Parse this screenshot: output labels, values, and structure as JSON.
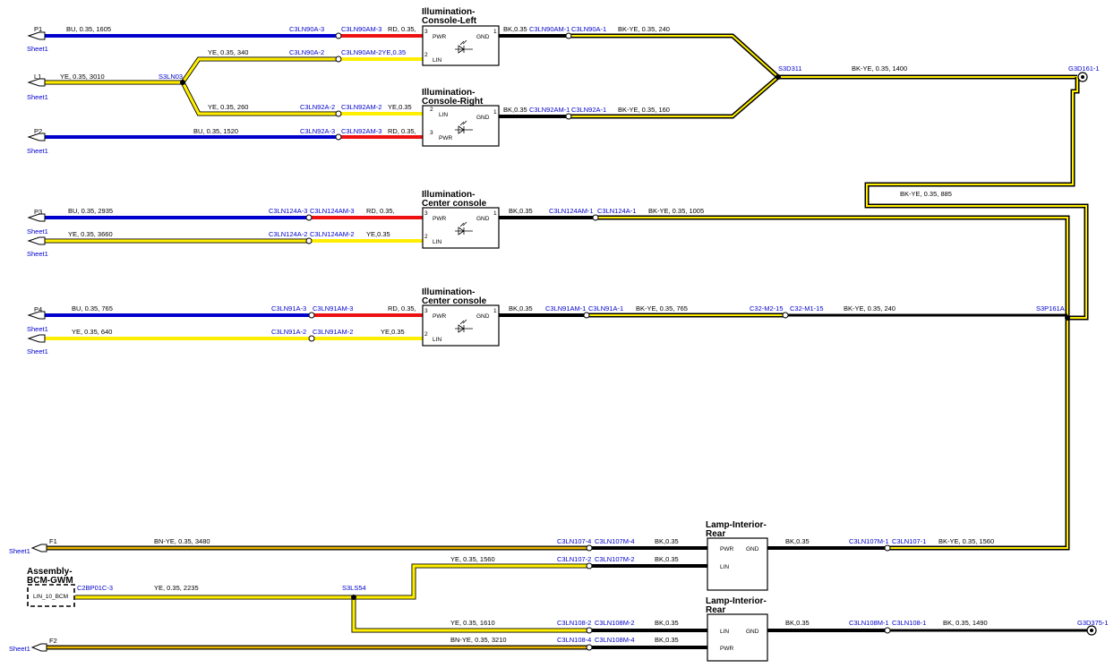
{
  "colors": {
    "blue": "#0000cc",
    "red": "#ee1111",
    "yellow": "#ffee00",
    "black": "#000000",
    "orange": "#c88400",
    "link": "#0000cc"
  },
  "components": {
    "cl": {
      "t1": "Illumination-",
      "t2": "Console-Left",
      "pwr": "PWR",
      "lin": "LIN",
      "gnd": "GND",
      "p3": "3",
      "p2": "2",
      "p1": "1"
    },
    "cr": {
      "t1": "Illumination-",
      "t2": "Console-Right",
      "pwr": "PWR",
      "lin": "LIN",
      "gnd": "GND",
      "p3": "3",
      "p2": "2",
      "p1": "1"
    },
    "cc1": {
      "t1": "Illumination-",
      "t2": "Center console",
      "pwr": "PWR",
      "lin": "LIN",
      "gnd": "GND",
      "p3": "3",
      "p2": "2",
      "p1": "1"
    },
    "cc2": {
      "t1": "Illumination-",
      "t2": "Center console",
      "pwr": "PWR",
      "lin": "LIN",
      "gnd": "GND",
      "p3": "3",
      "p2": "2",
      "p1": "1"
    },
    "lr1": {
      "t1": "Lamp-Interior-",
      "t2": "Rear",
      "pwr": "PWR",
      "lin": "LIN",
      "gnd": "GND"
    },
    "lr2": {
      "t1": "Lamp-Interior-",
      "t2": "Rear",
      "pwr": "PWR",
      "lin": "LIN",
      "gnd": "GND"
    },
    "bcm": {
      "t1": "Assembly-",
      "t2": "BCM-GWM",
      "label": "LIN_10_BCM"
    }
  },
  "ports": {
    "p1": "P1",
    "l1": "L1",
    "p2": "P2",
    "p3": "P3",
    "p4": "P4",
    "f1": "F1",
    "f2": "F2",
    "sheet": "Sheet1"
  },
  "labels": {
    "w_p1": "BU, 0.35, 1605",
    "w_l1": "YE, 0.35, 3010",
    "w_ye340": "YE, 0.35, 340",
    "w_ye260": "YE, 0.35, 260",
    "w_p2": "BU, 0.35, 1520",
    "c90a3": "C3LN90A-3",
    "c90am3": "C3LN90AM-3",
    "rd1": "RD, 0.35,",
    "c90a2": "C3LN90A-2",
    "c90am2": "C3LN90AM-2YE,0.35",
    "c92a2": "C3LN92A-2",
    "c92am2": "C3LN92AM-2",
    "ye2": "YE,0.35",
    "c92a3": "C3LN92A-3",
    "c92am3": "C3LN92AM-3",
    "rd2": "RD, 0.35,",
    "s3ln03": "S3LN03",
    "bk1": "BK,0.35",
    "c90am1": "C3LN90AM-1",
    "c90a1": "C3LN90A-1",
    "bkye240": "BK-YE, 0.35, 240",
    "bk2": "BK,0.35",
    "c92am1": "C3LN92AM-1",
    "c92a1": "C3LN92A-1",
    "bkye160": "BK-YE, 0.35, 160",
    "s3d311": "S3D311",
    "bkye1400": "BK-YE, 0.35, 1400",
    "g3d161": "G3D161-1",
    "bkye885": "BK-YE, 0.35, 885",
    "w_p3": "BU, 0.35, 2935",
    "w_ye3660": "YE, 0.35, 3660",
    "c124a3": "C3LN124A-3",
    "c124am3": "C3LN124AM-3",
    "rd3": "RD, 0.35,",
    "c124a2": "C3LN124A-2",
    "c124am2": "C3LN124AM-2",
    "ye3": "YE,0.35",
    "bk3": "BK,0.35",
    "c124am1": "C3LN124AM-1",
    "c124a1": "C3LN124A-1",
    "bkye1005": "BK-YE, 0.35, 1005",
    "w_p4": "BU, 0.35, 765",
    "w_ye640": "YE, 0.35, 640",
    "c91a3": "C3LN91A-3",
    "c91am3": "C3LN91AM-3",
    "rd4": "RD, 0.35,",
    "c91a2": "C3LN91A-2",
    "c91am2": "C3LN91AM-2",
    "ye4": "YE,0.35",
    "bk4": "BK,0.35",
    "c91am1": "C3LN91AM-1",
    "c91a1": "C3LN91A-1",
    "bkye765": "BK-YE, 0.35, 765",
    "c32m2": "C32-M2-15",
    "c32m1": "C32-M1-15",
    "bkye240b": "BK-YE, 0.35, 240",
    "s3p161": "S3P161A",
    "w_f1": "BN-YE, 0.35, 3480",
    "c1074": "C3LN107-4",
    "c107m4": "C3LN107M-4",
    "bk5": "BK,0.35",
    "bk6": "BK,0.35",
    "c107m1": "C3LN107M-1",
    "c1071": "C3LN107-1",
    "bkye1560": "BK-YE, 0.35, 1560",
    "w_ye1560": "YE, 0.35, 1560",
    "c1072": "C3LN107-2",
    "c107m2": "C3LN107M-2",
    "bk7": "BK,0.35",
    "c2bp": "C2BP01C-3",
    "w_ye2235": "YE, 0.35, 2235",
    "s3ls54": "S3LS54",
    "w_ye1610": "YE, 0.35, 1610",
    "c1082": "C3LN108-2",
    "c108m2": "C3LN108M-2",
    "bk8": "BK,0.35",
    "bk9": "BK,0.35",
    "c108m1": "C3LN108M-1",
    "c1081": "C3LN108-1",
    "bk1490": "BK, 0.35, 1490",
    "g3d375": "G3D375-1",
    "w_f2": "BN-YE, 0.35, 3210",
    "c1084": "C3LN108-4",
    "c108m4": "C3LN108M-4",
    "bk10": "BK,0.35"
  }
}
